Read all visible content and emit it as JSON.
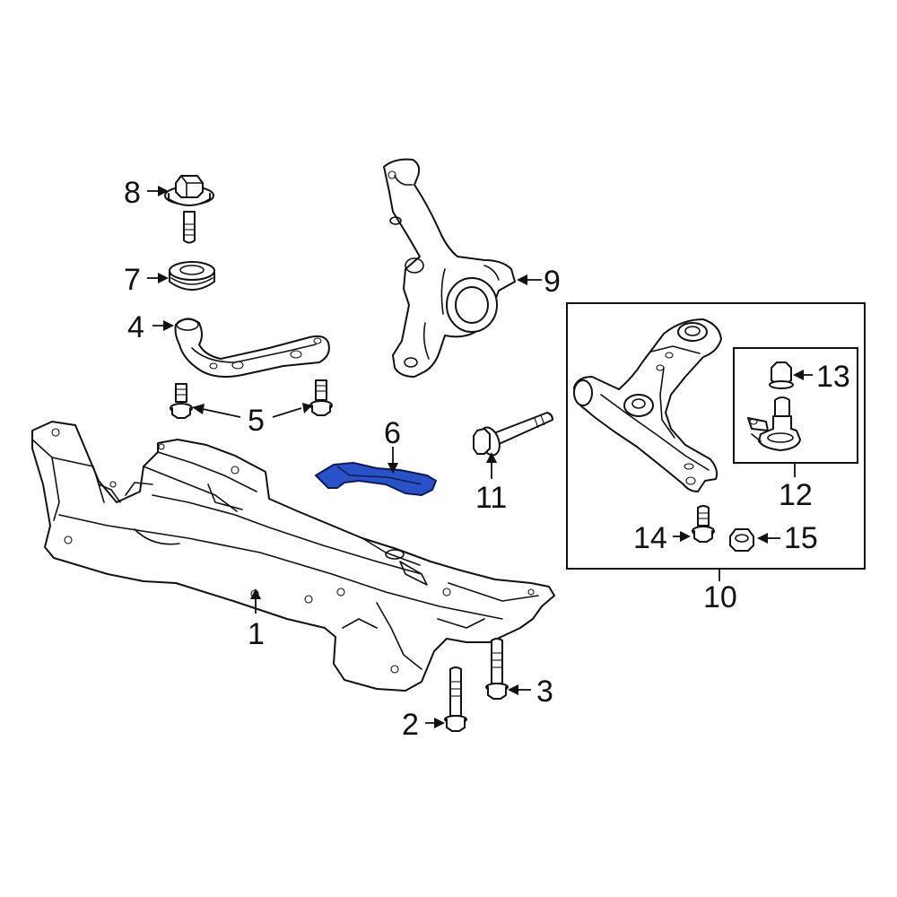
{
  "diagram": {
    "highlight_color": "#2952c9",
    "callouts": {
      "c1": "1",
      "c2": "2",
      "c3": "3",
      "c4": "4",
      "c5": "5",
      "c6": "6",
      "c7": "7",
      "c8": "8",
      "c9": "9",
      "c10": "10",
      "c11": "11",
      "c12": "12",
      "c13": "13",
      "c14": "14",
      "c15": "15"
    },
    "parts": [
      {
        "ref": "1",
        "icon": "crossmember-icon"
      },
      {
        "ref": "2",
        "icon": "bolt-icon"
      },
      {
        "ref": "3",
        "icon": "bolt-icon"
      },
      {
        "ref": "4",
        "icon": "stabilizer-bracket-icon"
      },
      {
        "ref": "5",
        "icon": "bolt-icon"
      },
      {
        "ref": "6",
        "icon": "brace-icon",
        "highlighted": true
      },
      {
        "ref": "7",
        "icon": "bushing-icon"
      },
      {
        "ref": "8",
        "icon": "bolt-icon"
      },
      {
        "ref": "9",
        "icon": "steering-knuckle-icon"
      },
      {
        "ref": "10",
        "icon": "lower-control-arm-assembly-icon"
      },
      {
        "ref": "11",
        "icon": "bolt-icon"
      },
      {
        "ref": "12",
        "icon": "ball-joint-icon"
      },
      {
        "ref": "13",
        "icon": "nut-icon"
      },
      {
        "ref": "14",
        "icon": "bolt-icon"
      },
      {
        "ref": "15",
        "icon": "nut-icon"
      }
    ]
  }
}
